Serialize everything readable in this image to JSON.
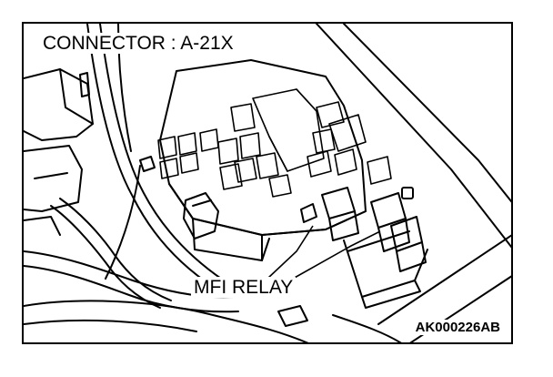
{
  "diagram": {
    "title": "CONNECTOR : A-21X",
    "callout_label": "MFI RELAY",
    "figure_code": "AK000226AB",
    "line_color": "#000000",
    "background_color": "#ffffff"
  }
}
